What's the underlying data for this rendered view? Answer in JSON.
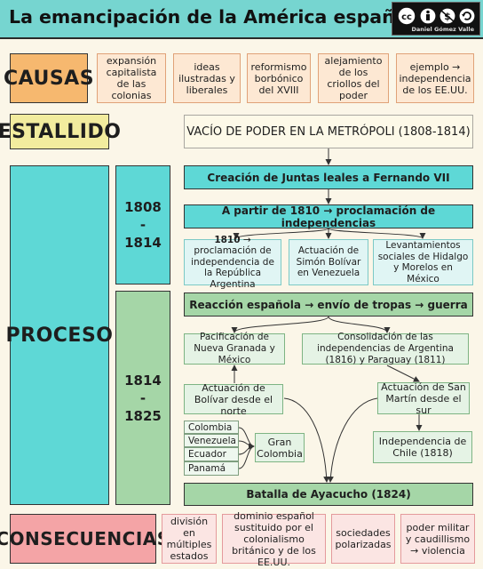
{
  "title": "La emancipación de la América española",
  "license": {
    "icon_names": [
      "cc-icon",
      "by-icon",
      "nc-icon",
      "sa-icon"
    ],
    "author": "Daniel Gómez Valle"
  },
  "causas": {
    "label": "CAUSAS",
    "items": [
      "expansión capitalista de las colonias",
      "ideas ilustradas y liberales",
      "reformismo borbónico del XVIII",
      "alejamiento de los criollos del poder",
      "ejemplo → independencia de los EE.UU."
    ]
  },
  "estallido": {
    "label": "ESTALLIDO",
    "text": "VACÍO DE PODER EN LA METRÓPOLI (1808-1814)"
  },
  "proceso": {
    "label": "PROCESO",
    "period1": {
      "years": "1808 - 1814",
      "juntas": "Creación de Juntas leales a Fernando VII",
      "proclamacion": "A partir de 1810 → proclamación de independencias",
      "argentina": {
        "year": "1810",
        "rest": " → proclamación de independencia de la República Argentina"
      },
      "bolivar_venezuela": "Actuación de Simón Bolívar en Venezuela",
      "levantamientos": "Levantamientos sociales de Hidalgo y Morelos en México"
    },
    "period2": {
      "years": "1814 - 1825",
      "reaccion": "Reacción española → envío de tropas → guerra",
      "pacificacion": "Pacificación de Nueva Granada y México",
      "consolidacion": "Consolidación de las independencias de Argentina (1816) y Paraguay (1811)",
      "bolivar_norte": "Actuación de Bolívar desde el norte",
      "san_martin": "Actuación de San Martín desde el sur",
      "countries": [
        "Colombia",
        "Venezuela",
        "Ecuador",
        "Panamá"
      ],
      "gran_colombia": "Gran Colombia",
      "chile": "Independencia de Chile (1818)",
      "ayacucho": "Batalla de Ayacucho (1824)"
    }
  },
  "consecuencias": {
    "label": "CONSECUENCIAS",
    "items": [
      "división en múltiples estados",
      "dominio español sustituido por el colonialismo británico y de los EE.UU.",
      "sociedades polarizadas",
      "poder militar y caudillismo → violencia"
    ]
  }
}
